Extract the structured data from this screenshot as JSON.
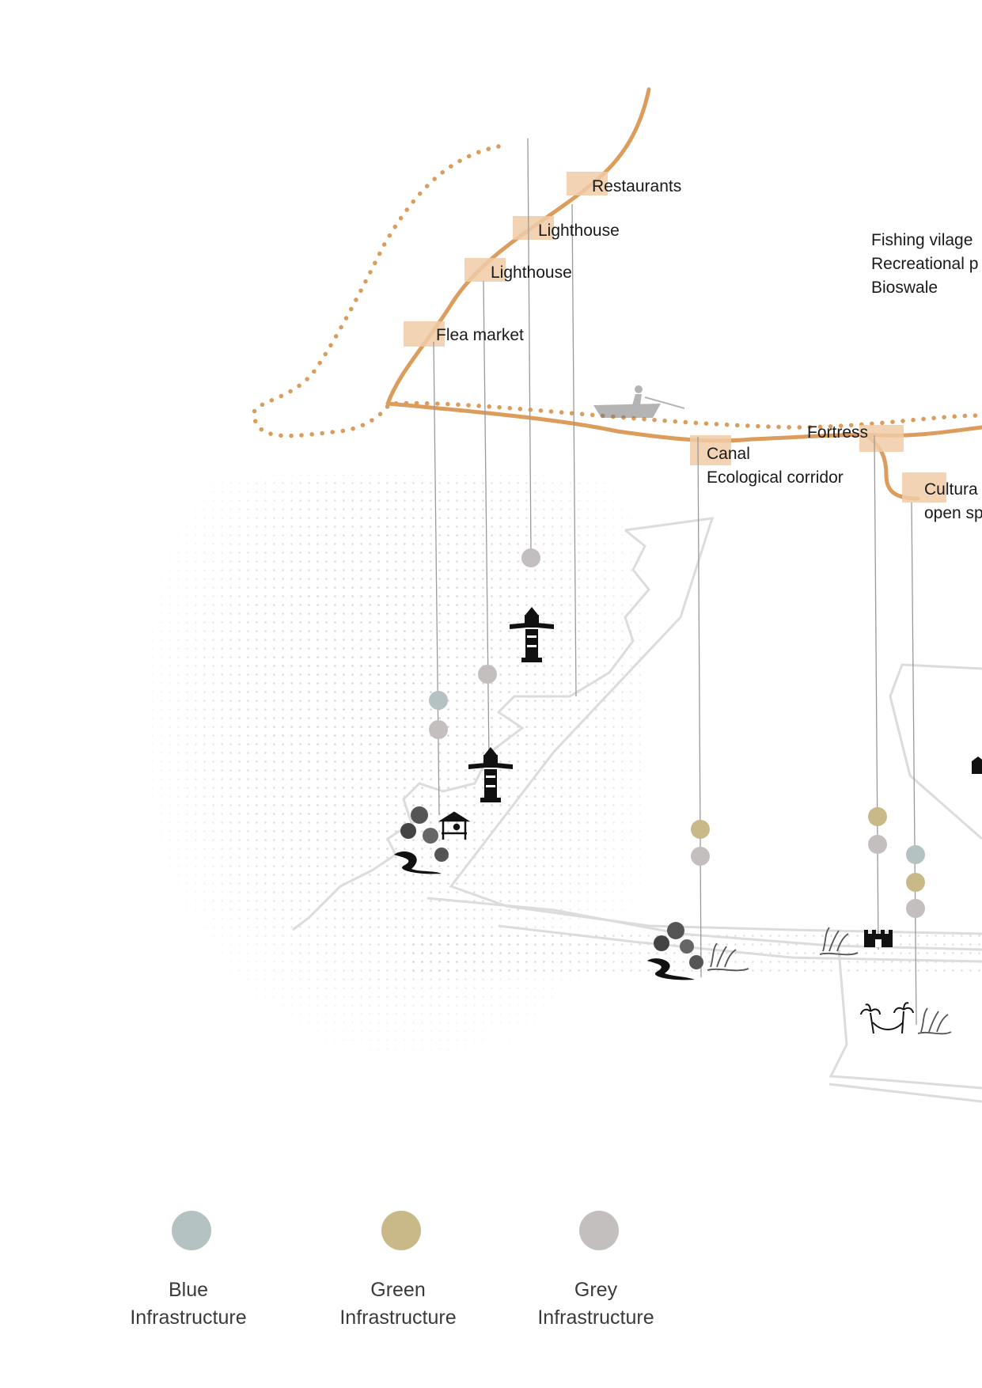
{
  "route_labels": {
    "restaurants": "Restaurants",
    "lighthouse_1": "Lighthouse",
    "lighthouse_2": "Lighthouse",
    "flea_market": "Flea market",
    "fortress": "Fortress",
    "canal_1": "Canal",
    "canal_2": "Ecological corridor",
    "cultural_1": "Cultura",
    "cultural_2": "open sp",
    "fishing_1": "Fishing vilage",
    "fishing_2": "Recreational p",
    "fishing_3": "Bioswale"
  },
  "legend": [
    {
      "line1": "Blue",
      "line2": "Infrastructure",
      "color": "#b5c2c2"
    },
    {
      "line1": "Green",
      "line2": "Infrastructure",
      "color": "#c9b888"
    },
    {
      "line1": "Grey",
      "line2": "Infrastructure",
      "color": "#c3bfbe"
    }
  ],
  "colors": {
    "route": "#dc9c5c",
    "label_box": "#f0cda8",
    "leader_line": "#9a9a9a",
    "coast_outline": "#dcdcdc",
    "dot_pattern": "#c9c9c9"
  },
  "icons": [
    "lighthouse-icon",
    "market-stall-icon",
    "trees-path-icon",
    "wetland-grass-icon",
    "fortress-icon",
    "palm-hammock-icon",
    "fishing-boat-icon"
  ]
}
